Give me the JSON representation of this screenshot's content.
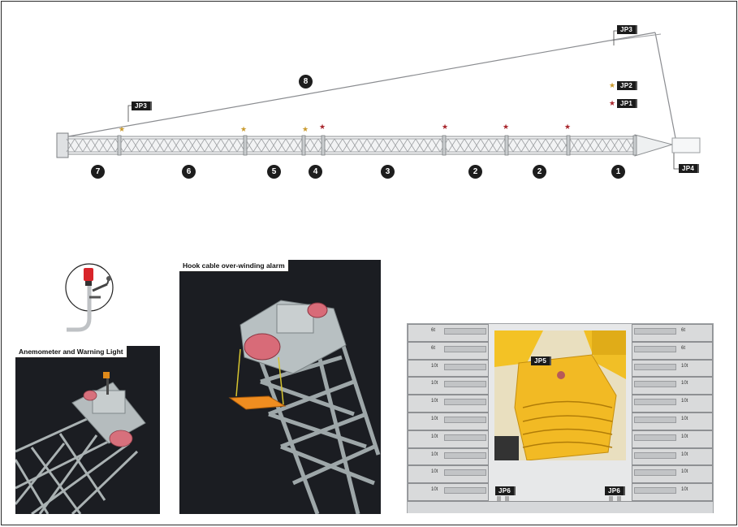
{
  "top_diagram": {
    "segment_numbers": [
      "7",
      "6",
      "5",
      "4",
      "3",
      "2",
      "2",
      "1"
    ],
    "pendant_number": "8",
    "labels": {
      "jp3_left": "JP3",
      "jp3_right": "JP3",
      "jp2": "JP2",
      "jp1": "JP1",
      "jp4": "JP4"
    },
    "colors": {
      "jp2_star": "#c99a2e",
      "jp1_star": "#a8262c"
    }
  },
  "panels": {
    "anemometer": {
      "title": "Anemometer and Warning Light"
    },
    "hook_alarm": {
      "title": "Hook cable over-winding alarm"
    }
  },
  "ballast": {
    "left_column": [
      "6t",
      "6t",
      "10t",
      "10t",
      "10t",
      "10t",
      "10t",
      "10t",
      "10t",
      "10t"
    ],
    "right_column": [
      "6t",
      "6t",
      "10t",
      "10t",
      "10t",
      "10t",
      "10t",
      "10t",
      "10t",
      "10t"
    ],
    "labels": {
      "jp5": "JP5",
      "jp6_left": "JP6",
      "jp6_right": "JP6"
    }
  }
}
